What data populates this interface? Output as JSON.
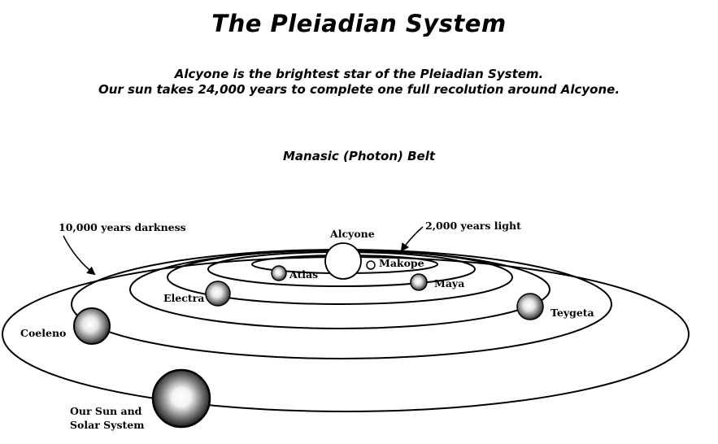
{
  "title": "The Pleiadian System",
  "subtitle_line1": "Alcyone is the brightest star of the Pleiadian System.",
  "subtitle_line2": "Our sun takes 24,000 years to complete one full recolution around Alcyone.",
  "belt_label": "Manasic (Photon) Belt",
  "annotations": {
    "darkness": "10,000 years darkness",
    "light": "2,000 years light"
  },
  "stars": {
    "alcyone": "Alcyone",
    "makope": "Makope",
    "atlas": "Atlas",
    "maya": "Maya",
    "electra": "Electra",
    "teygeta": "Teygeta",
    "coeleno": "Coeleno",
    "our_sun_line1": "Our Sun and",
    "our_sun_line2": "Solar System"
  }
}
